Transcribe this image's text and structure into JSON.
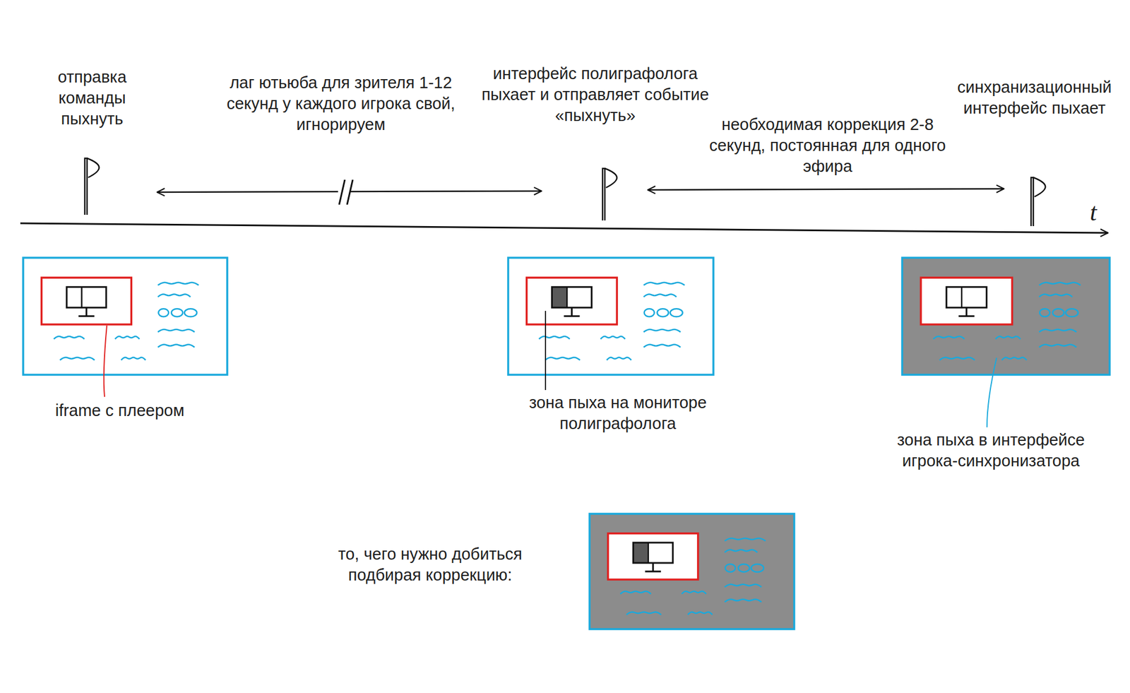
{
  "diagram": {
    "labels": [
      "отправка команды пыхнуть",
      "лаг ютьюба для зрителя 1-12 секунд у каждого игрока свой, игнорируем",
      "интерфейс полиграфолога пыхает и отправляет событие «пыхнуть»",
      "необходимая коррекция 2-8 секунд, постоянная для одного эфира",
      "синхранизационный интерфейс пыхает",
      "t",
      "iframe с плеером",
      "зона пыха на мониторе полиграфолога",
      "зона пыха в интерфейсе игрока-синхронизатора",
      "то, чего нужно добиться подбирая коррекцию:"
    ]
  }
}
